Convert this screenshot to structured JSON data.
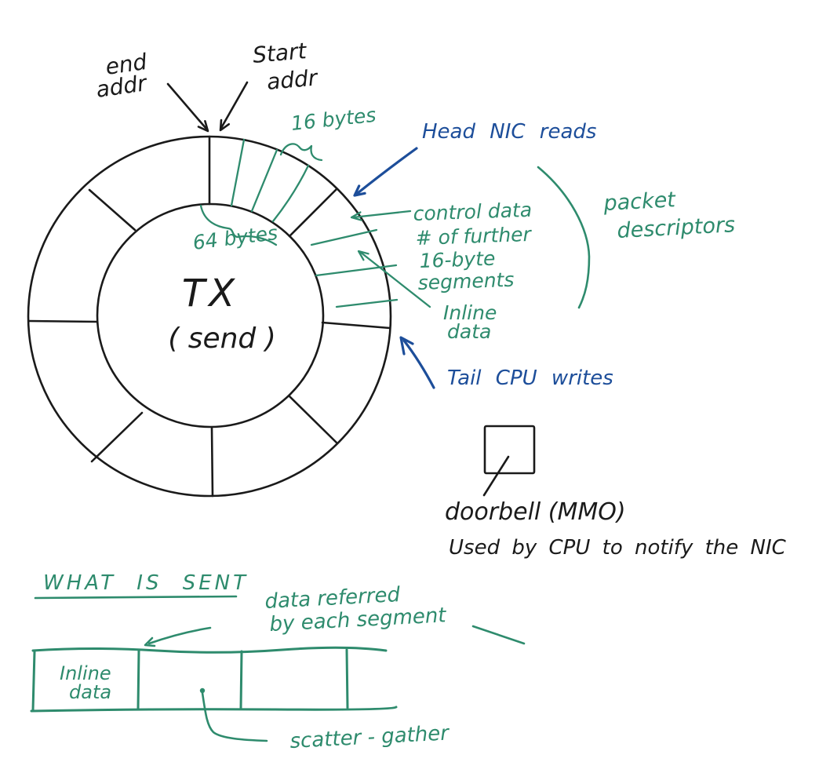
{
  "colors": {
    "ink": "#1a1a1a",
    "green": "#2e8b6d",
    "blue": "#1d4e9a",
    "background": "#ffffff"
  },
  "ring": {
    "title": "TX",
    "subtitle": "( send )",
    "end_pointer": {
      "line1": "end",
      "line2": "addr"
    },
    "start_pointer": {
      "line1": "Start",
      "line2": "addr"
    },
    "segment_size_outer": "16 bytes",
    "segment_size_inner": "64 bytes",
    "head_label": "Head NIC reads",
    "tail_label": "Tail CPU writes",
    "descriptor_notes": {
      "line1": "control data",
      "line2": "# of further",
      "line3": "16-byte",
      "line4": "segments"
    },
    "inline_data": {
      "line1": "Inline",
      "line2": "data"
    },
    "packet_descriptors": {
      "line1": "packet",
      "line2": "descriptors"
    }
  },
  "doorbell": {
    "label": "doorbell (MMO)",
    "note": "Used by CPU to notify the NIC"
  },
  "what_is_sent": {
    "heading": "WHAT IS SENT",
    "data_referred": {
      "line1": "data referred",
      "line2": "by each segment"
    },
    "inline_data": {
      "line1": "Inline",
      "line2": "data"
    },
    "scatter_gather": "scatter - gather"
  }
}
